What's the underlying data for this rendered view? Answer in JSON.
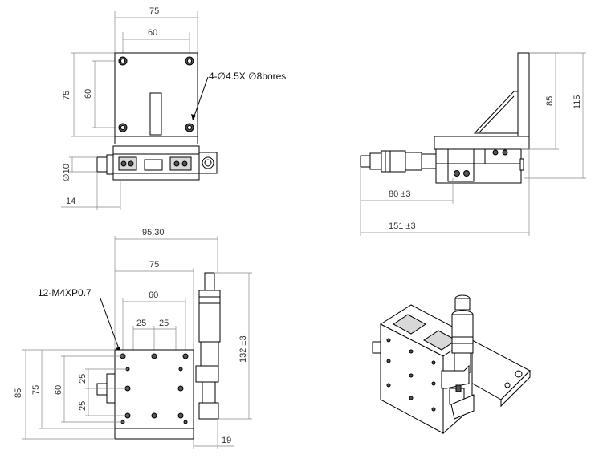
{
  "top_view": {
    "dim_width_outer": "75",
    "dim_width_inner": "60",
    "dim_height_outer": "75",
    "dim_height_inner": "60",
    "bore_note": "4-∅4.5X ∅8bores",
    "dim_diameter": "∅10",
    "dim_offset": "14"
  },
  "side_view": {
    "dim_height_85": "85",
    "dim_height_115": "115",
    "dim_travel_80": "80 ±3",
    "dim_total_151": "151 ±3"
  },
  "front_view": {
    "dim_95": "95.30",
    "dim_75": "75",
    "dim_60": "60",
    "dim_25a": "25",
    "dim_25b": "25",
    "tap_note": "12-M4XP0.7",
    "dim_132": "132 ±3",
    "dim_left_85": "85",
    "dim_left_75": "75",
    "dim_left_60": "60",
    "dim_left_25a": "25",
    "dim_left_25b": "25",
    "dim_19": "19"
  }
}
